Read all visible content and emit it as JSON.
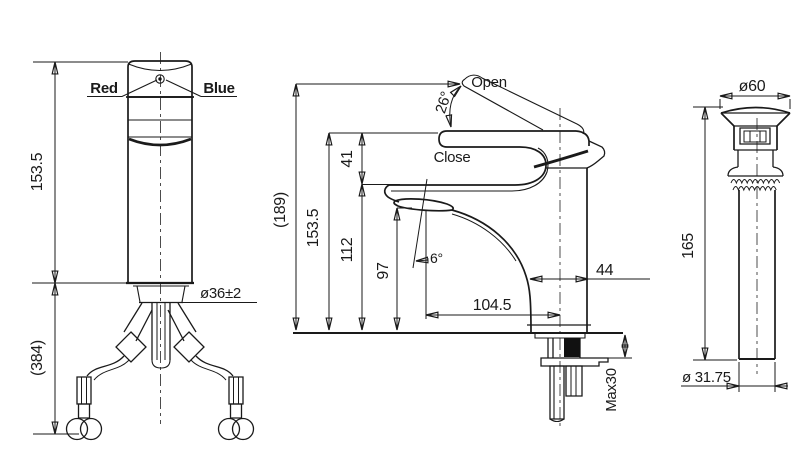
{
  "front_view": {
    "hot_label": "Red",
    "cold_label": "Blue",
    "height": "153.5",
    "supply_length": "(384)",
    "base_diameter": "ø36±2"
  },
  "side_view": {
    "overall_height": "(189)",
    "height": "153.5",
    "handle_height": "41",
    "spout_top_height": "112",
    "outlet_height": "97",
    "open_angle": "26°",
    "open_label": "Open",
    "close_label": "Close",
    "outlet_angle": "6°",
    "spout_reach": "104.5",
    "body_depth": "44",
    "max_deck_thickness": "Max30"
  },
  "drain_view": {
    "cap_diameter": "ø60",
    "height": "165",
    "tail_diameter": "ø 31.75"
  },
  "colors": {
    "line": "#1a1a1a",
    "background": "#ffffff"
  }
}
